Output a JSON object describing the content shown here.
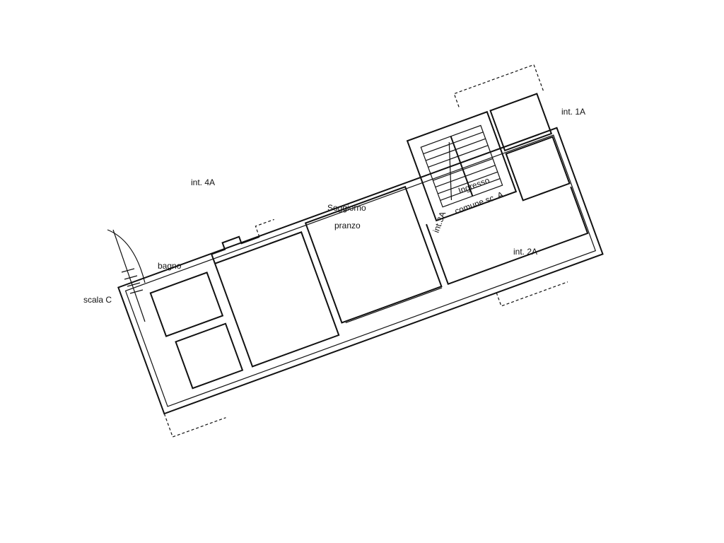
{
  "labels": {
    "int_4a": "int. 4A",
    "int_1a": "int. 1A",
    "int_2a": "int. 2A",
    "int_3a": "int.3A",
    "scala_c": "scala C",
    "bagno": "bagno",
    "soggiorno": "Soggiorno",
    "pranzo": "pranzo",
    "ingresso": "Ingresso",
    "comune": "comune sc. A"
  }
}
